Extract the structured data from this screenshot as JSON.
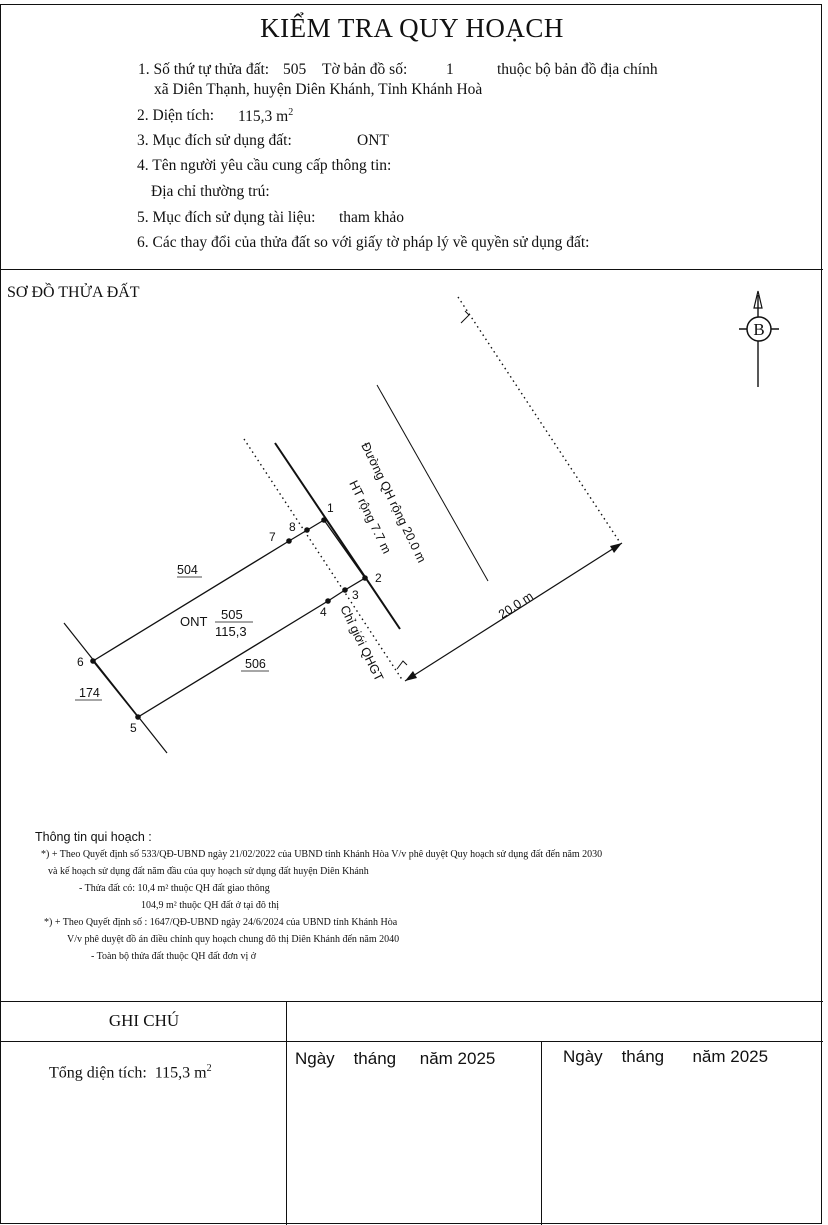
{
  "title": "KIỂM TRA QUY HOẠCH",
  "info": {
    "l1a": "1. Số thứ tự thửa đất:",
    "l1_parcel": "505",
    "l1b": "Tờ bản đồ số:",
    "l1_sheet": "1",
    "l1c": "thuộc bộ bản đồ địa chính",
    "l1d": "xã Diên Thạnh, huyện Diên Khánh, Tỉnh Khánh Hoà",
    "l2a": "2. Diện tích:",
    "l2_area": "115,3 m",
    "l2_sup": "2",
    "l3a": "3. Mục đích sử dụng đất:",
    "l3_use": "ONT",
    "l4": "4. Tên người yêu cầu cung cấp thông tin:",
    "l4b": "Địa chỉ thường trú:",
    "l5a": "5. Mục đích sử dụng tài liệu:",
    "l5_purpose": "tham khảo",
    "l6": "6. Các thay đổi của thửa đất so với giấy tờ pháp lý về quyền sử dụng đất:"
  },
  "section_title": "SƠ ĐỒ THỬA ĐẤT",
  "map": {
    "north_label": "B",
    "road_label": "Đường QH rộng 20.0 m",
    "ht_label": "HT rộng 7.7 m",
    "boundary_label": "Chỉ giới QHGT",
    "width_label": "20.0 m",
    "parcel_use": "ONT",
    "parcel_no": "505",
    "parcel_area": "115,3",
    "neighbors": {
      "north": "504",
      "south": "506",
      "west": "174"
    },
    "points": [
      "1",
      "2",
      "3",
      "4",
      "5",
      "6",
      "7",
      "8"
    ]
  },
  "notes": {
    "heading": "Thông tin qui hoạch :",
    "n1": "*) + Theo Quyết định số 533/QĐ-UBND ngày 21/02/2022 của UBND tỉnh Khánh Hòa V/v phê duyệt Quy hoạch sử dụng đất đến năm 2030",
    "n2": "và kế hoạch sử dụng đất năm đầu của quy hoạch sử dụng đất huyện Diên Khánh",
    "n3": "- Thửa đất có: 10,4 m² thuộc QH đất giao thông",
    "n4": "104,9 m² thuộc QH đất ở tại đô thị",
    "n5": "*) + Theo Quyết định số : 1647/QĐ-UBND ngày 24/6/2024 của UBND tỉnh Khánh Hòa",
    "n6": "V/v phê duyệt đồ án điều chỉnh quy hoạch chung đô thị Diên Khánh đến năm 2040",
    "n7": "- Toàn bộ thửa đất thuộc QH đất đơn vị ở"
  },
  "footer": {
    "ghi_chu": "GHI CHÚ",
    "total_label": "Tổng diện tích:",
    "total_value": "115,3 m",
    "total_sup": "2",
    "date_left": "Ngày    tháng     năm 2025",
    "date_right": "Ngày    tháng      năm 2025"
  }
}
